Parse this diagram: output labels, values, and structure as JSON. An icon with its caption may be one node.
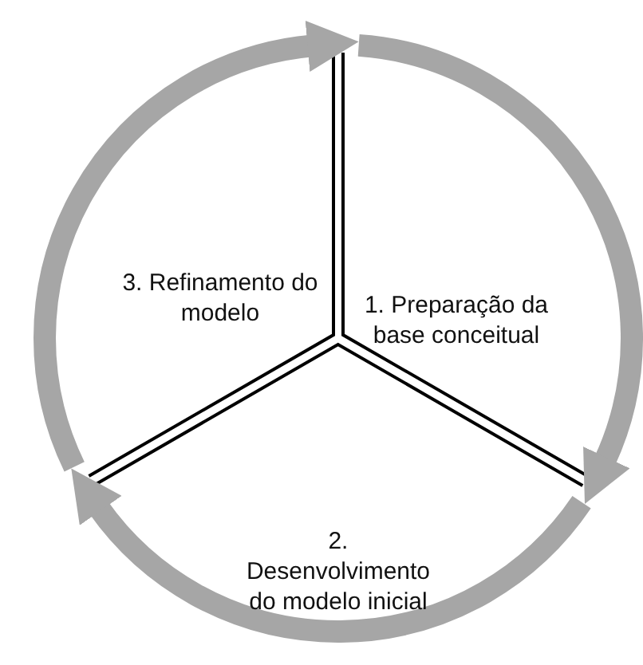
{
  "diagram": {
    "nodes": [
      {
        "text": [
          "1. Preparação da base conceitual"
        ]
      },
      {
        "text": [
          "2. Desenvolvimento do modelo inicial"
        ]
      },
      {
        "text": [
          "3. Refinamento do modelo"
        ]
      }
    ],
    "edges": [
      {
        "from": 0,
        "to": 1,
        "arrow": "to"
      },
      {
        "from": 1,
        "to": 2,
        "arrow": "to"
      },
      {
        "from": 2,
        "to": 0,
        "arrow": "to"
      }
    ]
  }
}
